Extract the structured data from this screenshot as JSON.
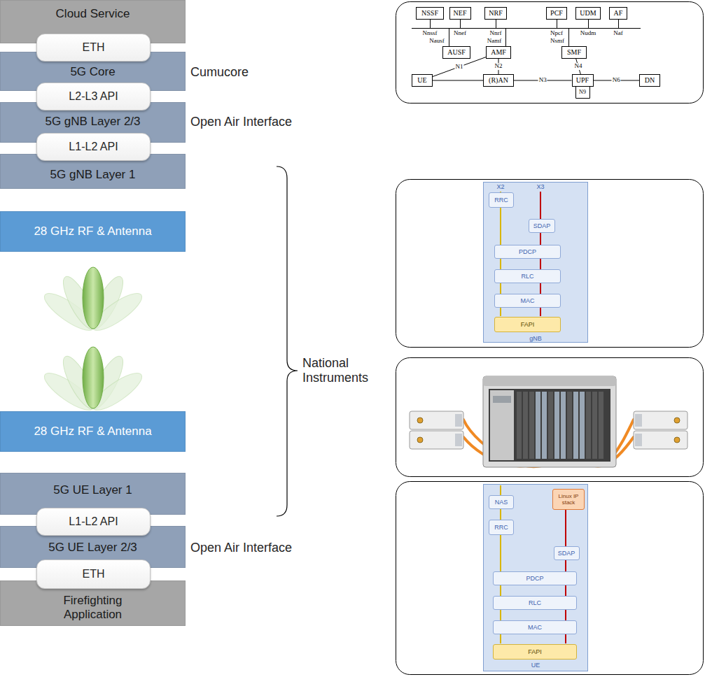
{
  "diagram": {
    "nodes": [
      {
        "text": [
          "Cloud Service"
        ]
      },
      {
        "text": [
          "ETH"
        ]
      },
      {
        "text": [
          "5G Core"
        ]
      },
      {
        "text": [
          "L2-L3 API"
        ]
      },
      {
        "text": [
          "5G gNB Layer 2/3"
        ]
      },
      {
        "text": [
          "L1-L2 API"
        ]
      },
      {
        "text": [
          "5G gNB Layer 1"
        ]
      },
      {
        "text": [
          "28 GHz RF & Antenna"
        ]
      },
      {
        "text": [
          "28 GHz RF & Antenna"
        ]
      },
      {
        "text": [
          "5G UE Layer 1"
        ]
      },
      {
        "text": [
          "L1-L2 API"
        ]
      },
      {
        "text": [
          "5G UE Layer 2/3"
        ]
      },
      {
        "text": [
          "ETH"
        ]
      },
      {
        "text": [
          "Firefighting Application"
        ]
      },
      {
        "text": [
          "NSSF"
        ]
      },
      {
        "text": [
          "NEF"
        ]
      },
      {
        "text": [
          "NRF"
        ]
      },
      {
        "text": [
          "PCF"
        ]
      },
      {
        "text": [
          "UDM"
        ]
      },
      {
        "text": [
          "AF"
        ]
      },
      {
        "text": [
          "AUSF"
        ]
      },
      {
        "text": [
          "AMF"
        ]
      },
      {
        "text": [
          "SMF"
        ]
      },
      {
        "text": [
          "UE"
        ]
      },
      {
        "text": [
          "(R)AN"
        ]
      },
      {
        "text": [
          "UPF"
        ]
      },
      {
        "text": [
          "DN"
        ]
      },
      {
        "text": [
          "gNB"
        ]
      },
      {
        "text": [
          "RRC"
        ],
        "in": 27
      },
      {
        "text": [
          "SDAP"
        ],
        "in": 27
      },
      {
        "text": [
          "PDCP"
        ],
        "in": 27
      },
      {
        "text": [
          "RLC"
        ],
        "in": 27
      },
      {
        "text": [
          "MAC"
        ],
        "in": 27
      },
      {
        "text": [
          "FAPI"
        ],
        "in": 27
      },
      {
        "text": [
          "UE"
        ]
      },
      {
        "text": [
          "NAS"
        ],
        "in": 34
      },
      {
        "text": [
          "Linux IP stack"
        ],
        "in": 34
      },
      {
        "text": [
          "RRC"
        ],
        "in": 34
      },
      {
        "text": [
          "SDAP"
        ],
        "in": 34
      },
      {
        "text": [
          "PDCP"
        ],
        "in": 34
      },
      {
        "text": [
          "RLC"
        ],
        "in": 34
      },
      {
        "text": [
          "MAC"
        ],
        "in": 34
      },
      {
        "text": [
          "FAPI"
        ],
        "in": 34
      }
    ],
    "edges": [
      {
        "from": 23,
        "to": 21,
        "label": "N1",
        "arrow": "none"
      },
      {
        "from": 24,
        "to": 21,
        "label": "N2",
        "arrow": "none"
      },
      {
        "from": 23,
        "to": 24,
        "arrow": "none"
      },
      {
        "from": 24,
        "to": 25,
        "label": "N3",
        "arrow": "none"
      },
      {
        "from": 22,
        "to": 25,
        "label": "N4",
        "arrow": "none"
      },
      {
        "from": 25,
        "to": 26,
        "label": "N6",
        "arrow": "none"
      }
    ],
    "labels": [
      "Cumucore",
      "Open Air Interface",
      "National Instruments",
      "Open Air Interface",
      "Nnssf",
      "Nnef",
      "Nnrf",
      "Npcf",
      "Nudm",
      "Naf",
      "Nausf",
      "Namf",
      "Nsmf",
      "N9",
      "X2",
      "X3"
    ]
  }
}
